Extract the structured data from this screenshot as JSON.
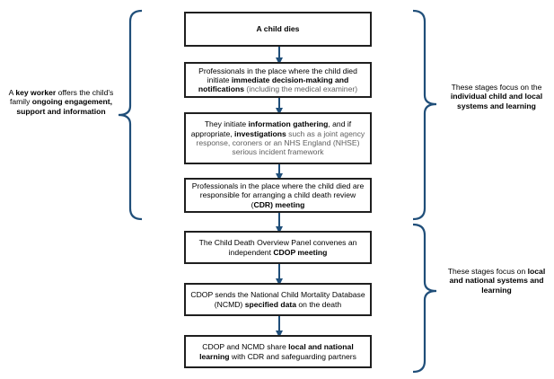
{
  "steps": [
    {
      "parts": [
        {
          "text": "A child dies",
          "bold": true
        }
      ]
    },
    {
      "parts": [
        {
          "text": "Professionals in the place where the child died initiate "
        },
        {
          "text": "immediate decision-making and notifications",
          "bold": true
        },
        {
          "text": " (including the medical examiner)",
          "grey": true
        }
      ]
    },
    {
      "parts": [
        {
          "text": "They initiate "
        },
        {
          "text": "information gathering",
          "bold": true
        },
        {
          "text": ", and if appropriate, "
        },
        {
          "text": "investigations",
          "bold": true
        },
        {
          "text": " such as a joint agency response, coroners or an NHS England (NHSE) serious incident framework",
          "grey": true
        }
      ]
    },
    {
      "parts": [
        {
          "text": "Professionals in the place where the child died are responsible for arranging a child death review ("
        },
        {
          "text": "CDR) meeting",
          "bold": true
        }
      ]
    },
    {
      "parts": [
        {
          "text": "The Child Death Overview Panel convenes an independent "
        },
        {
          "text": "CDOP meeting",
          "bold": true
        }
      ]
    },
    {
      "parts": [
        {
          "text": "CDOP sends the National Child Mortality Database (NCMD) "
        },
        {
          "text": "specified data",
          "bold": true
        },
        {
          "text": " on the death"
        }
      ]
    },
    {
      "parts": [
        {
          "text": "CDOP and NCMD share "
        },
        {
          "text": "local and national learning",
          "bold": true
        },
        {
          "text": " with CDR and safeguarding partners"
        }
      ]
    }
  ],
  "left_note": {
    "parts": [
      {
        "text": "A "
      },
      {
        "text": "key worker",
        "bold": true
      },
      {
        "text": " offers the child's family "
      },
      {
        "text": "ongoing engagement, support and information",
        "bold": true
      }
    ]
  },
  "right_notes": [
    {
      "parts": [
        {
          "text": "These stages focus on the "
        },
        {
          "text": "individual child and local systems and learning",
          "bold": true
        }
      ]
    },
    {
      "parts": [
        {
          "text": "These stages focus on "
        },
        {
          "text": "local and national systems and learning",
          "bold": true
        }
      ]
    }
  ],
  "colors": {
    "connector": "#1f4e79",
    "box_border": "#1f1f1f",
    "grey_text": "#5f5f5f"
  }
}
